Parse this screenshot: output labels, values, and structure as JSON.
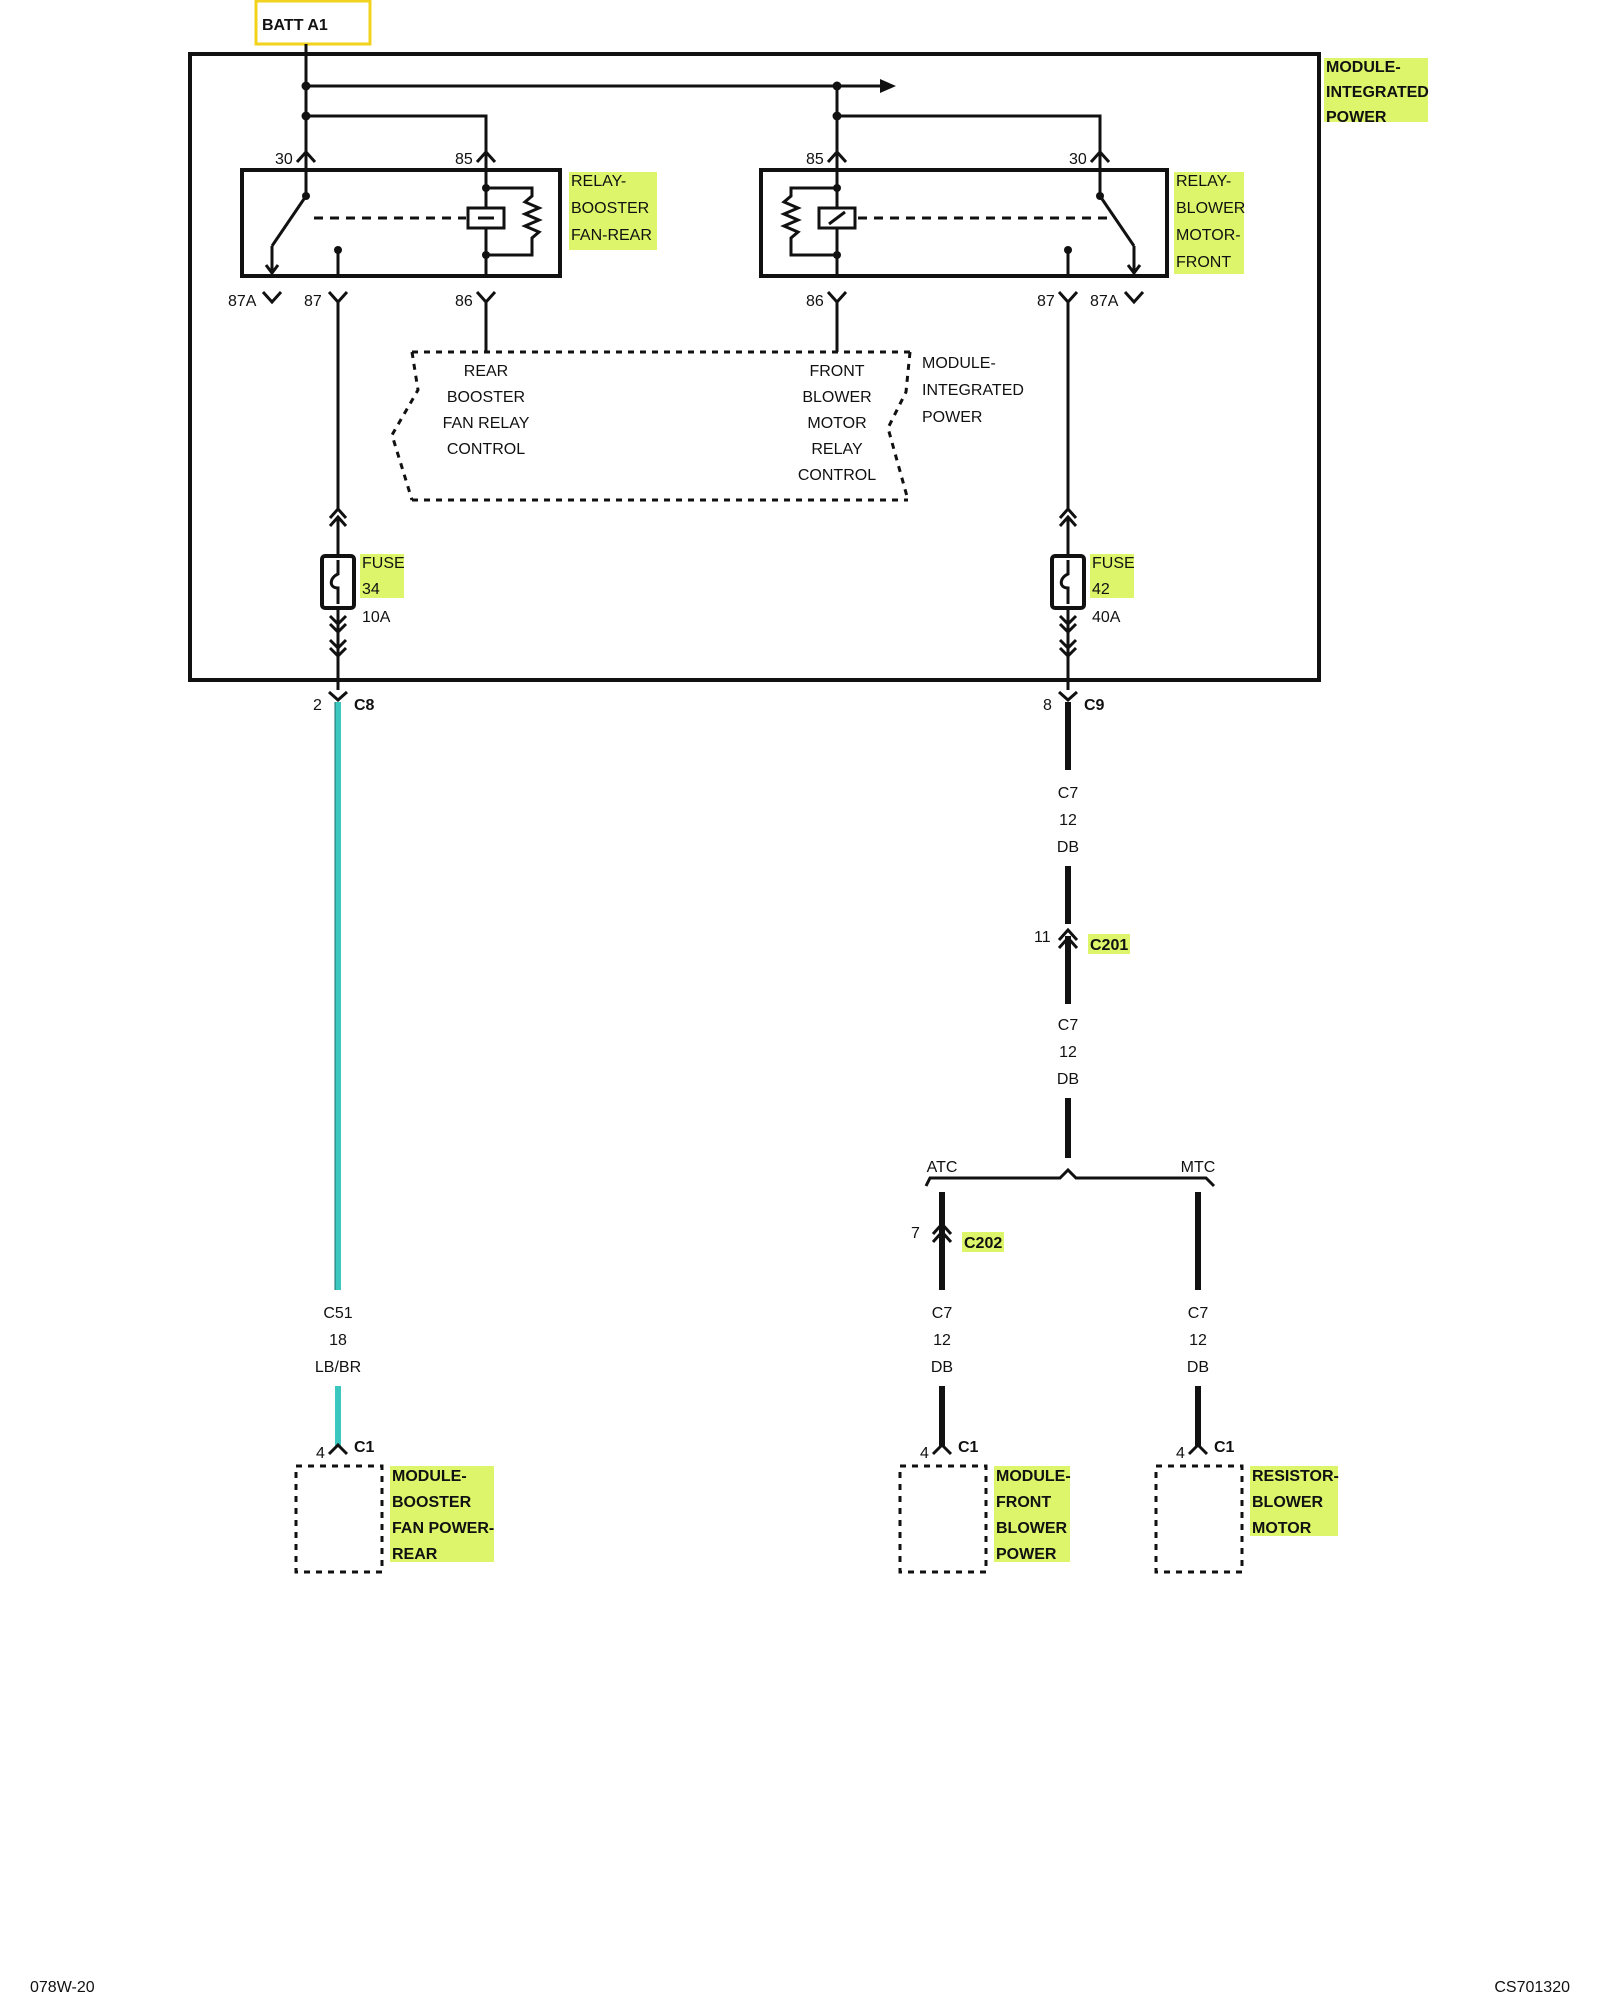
{
  "source": {
    "label": "BATT A1"
  },
  "module_ipm": {
    "label_lines": [
      "MODULE-",
      "INTEGRATED",
      "POWER"
    ]
  },
  "relay_rear": {
    "label_lines": [
      "RELAY-",
      "BOOSTER",
      "FAN-REAR"
    ],
    "pins": {
      "p30": "30",
      "p85": "85",
      "p87a": "87A",
      "p87": "87",
      "p86": "86"
    }
  },
  "relay_front": {
    "label_lines": [
      "RELAY-",
      "BLOWER",
      "MOTOR-",
      "FRONT"
    ],
    "pins": {
      "p85": "85",
      "p30": "30",
      "p86": "86",
      "p87": "87",
      "p87a": "87A"
    }
  },
  "ipm_internal": {
    "rear_control": [
      "REAR",
      "BOOSTER",
      "FAN RELAY",
      "CONTROL"
    ],
    "front_control": [
      "FRONT",
      "BLOWER",
      "MOTOR",
      "RELAY",
      "CONTROL"
    ],
    "module_lines": [
      "MODULE-",
      "INTEGRATED",
      "POWER"
    ]
  },
  "fuse34": {
    "label": "FUSE",
    "number": "34",
    "rating": "10A"
  },
  "fuse42": {
    "label": "FUSE",
    "number": "42",
    "rating": "40A"
  },
  "connectors": {
    "c8": {
      "pin": "2",
      "name": "C8"
    },
    "c9": {
      "pin": "8",
      "name": "C9"
    },
    "c201": {
      "pin": "11",
      "name": "C201"
    },
    "c202": {
      "pin": "7",
      "name": "C202"
    },
    "c1_rear": {
      "pin": "4",
      "name": "C1"
    },
    "c1_front": {
      "pin": "4",
      "name": "C1"
    },
    "c1_resistor": {
      "pin": "4",
      "name": "C1"
    }
  },
  "wires": {
    "c9_out": {
      "circuit": "C7",
      "gauge": "12",
      "color": "DB"
    },
    "c201_out": {
      "circuit": "C7",
      "gauge": "12",
      "color": "DB"
    },
    "rear": {
      "circuit": "C51",
      "gauge": "18",
      "color": "LB/BR"
    },
    "atc_branch": {
      "circuit": "C7",
      "gauge": "12",
      "color": "DB"
    },
    "mtc_branch": {
      "circuit": "C7",
      "gauge": "12",
      "color": "DB"
    }
  },
  "branches": {
    "atc": "ATC",
    "mtc": "MTC"
  },
  "components": {
    "booster_module": [
      "MODULE-",
      "BOOSTER",
      "FAN POWER-",
      "REAR"
    ],
    "front_module": [
      "MODULE-",
      "FRONT",
      "BLOWER",
      "POWER"
    ],
    "resistor": [
      "RESISTOR-",
      "BLOWER",
      "MOTOR"
    ]
  },
  "footer": {
    "left": "078W-20",
    "right": "CS701320"
  },
  "colors": {
    "highlight": "#dcf56a",
    "rear_wire": "#3cc6c0",
    "batt_box": "#f2d21c"
  }
}
